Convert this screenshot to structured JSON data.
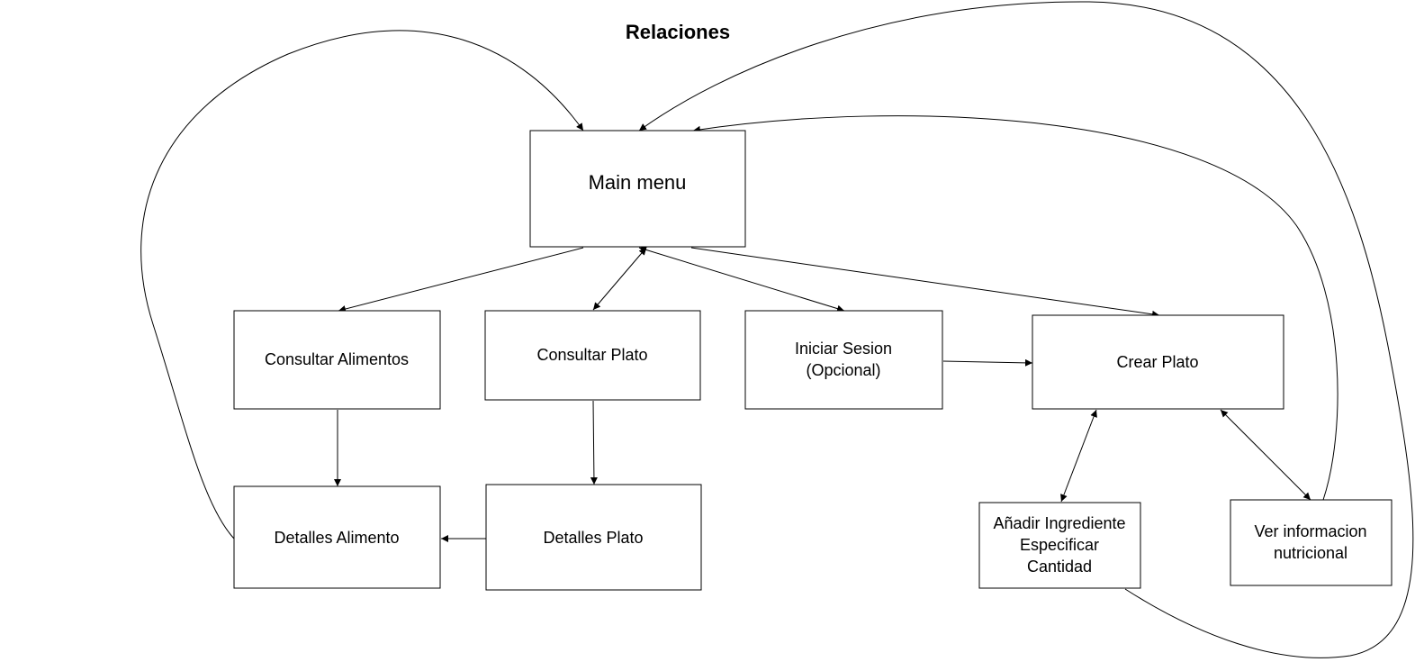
{
  "title": "Relaciones",
  "nodes": {
    "main_menu": "Main menu",
    "consultar_alimentos": "Consultar Alimentos",
    "consultar_plato": "Consultar Plato",
    "iniciar_sesion": [
      "Iniciar Sesion",
      "(Opcional)"
    ],
    "crear_plato": "Crear Plato",
    "detalles_alimento": "Detalles Alimento",
    "detalles_plato": "Detalles Plato",
    "anadir_ingrediente": [
      "Añadir Ingrediente",
      "Especificar",
      "Cantidad"
    ],
    "ver_informacion": [
      "Ver informacion",
      "nutricional"
    ]
  },
  "edges": [
    {
      "from": "main_menu",
      "to": "consultar_alimentos",
      "arrows": "end"
    },
    {
      "from": "main_menu",
      "to": "consultar_plato",
      "arrows": "both"
    },
    {
      "from": "main_menu",
      "to": "iniciar_sesion",
      "arrows": "both"
    },
    {
      "from": "main_menu",
      "to": "crear_plato",
      "arrows": "end"
    },
    {
      "from": "iniciar_sesion",
      "to": "crear_plato",
      "arrows": "end"
    },
    {
      "from": "consultar_alimentos",
      "to": "detalles_alimento",
      "arrows": "end"
    },
    {
      "from": "consultar_plato",
      "to": "detalles_plato",
      "arrows": "end"
    },
    {
      "from": "detalles_plato",
      "to": "detalles_alimento",
      "arrows": "end"
    },
    {
      "from": "crear_plato",
      "to": "anadir_ingrediente",
      "arrows": "both"
    },
    {
      "from": "crear_plato",
      "to": "ver_informacion",
      "arrows": "both"
    },
    {
      "from": "detalles_alimento",
      "to": "main_menu",
      "arrows": "end"
    },
    {
      "from": "anadir_ingrediente",
      "to": "main_menu",
      "arrows": "end"
    },
    {
      "from": "ver_informacion",
      "to": "main_menu",
      "arrows": "end"
    }
  ]
}
